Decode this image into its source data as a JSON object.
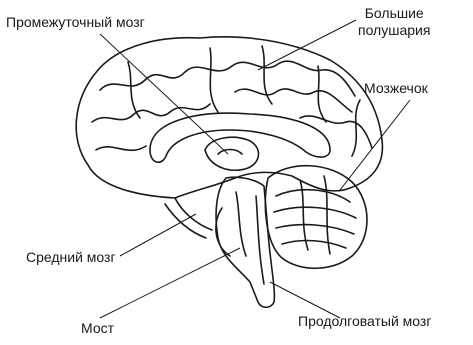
{
  "labels": {
    "diencephalon": "Промежуточный мозг",
    "hemispheres_line1": "Большие",
    "hemispheres_line2": "полушария",
    "cerebellum": "Мозжечок",
    "midbrain": "Средний мозг",
    "pons": "Мост",
    "medulla": "Продолговатый мозг"
  },
  "colors": {
    "ink": "#1a1a1a",
    "background": "#ffffff"
  }
}
